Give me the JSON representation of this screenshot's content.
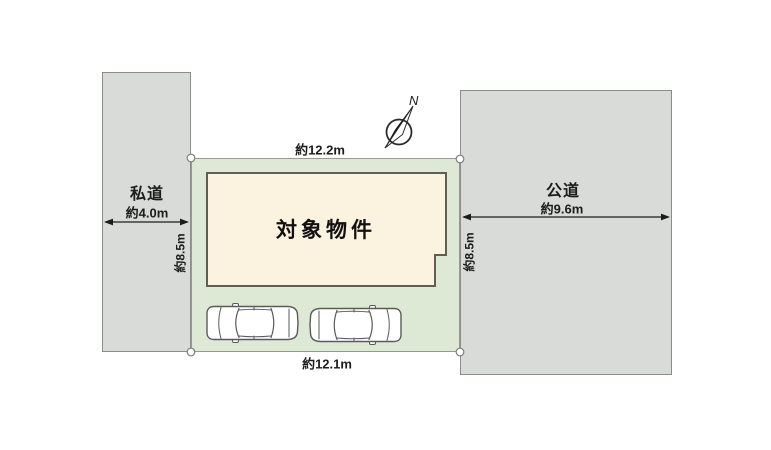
{
  "plot": {
    "building_label": "対象物件",
    "dimensions": {
      "top": "約12.2m",
      "bottom": "約12.1m",
      "left": "約8.5m",
      "right": "約8.5m"
    }
  },
  "roads": {
    "private": {
      "name": "私道",
      "width": "約4.0m"
    },
    "public": {
      "name": "公道",
      "width": "約9.6m"
    }
  },
  "compass": {
    "north": "N"
  },
  "colors": {
    "plot_fill": "#dde9d4",
    "plot_border": "#949b90",
    "road_fill": "#d8dbd7",
    "road_border": "#8a8d8a",
    "building_fill": "#fbf2e0",
    "building_border": "#5e5e52",
    "text": "#1c1c1c"
  }
}
